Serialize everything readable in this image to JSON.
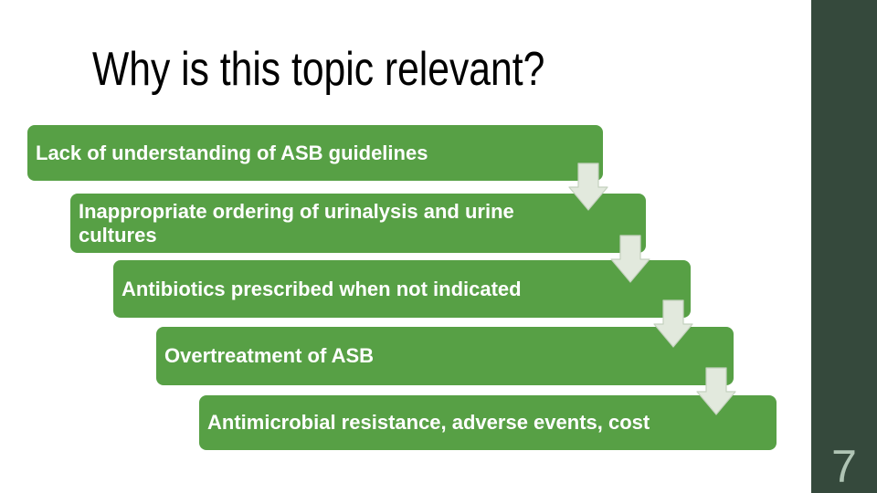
{
  "slide": {
    "title": "Why is this topic relevant?",
    "page_number": "7"
  },
  "steps": [
    {
      "label": "Lack of understanding of ASB guidelines"
    },
    {
      "label": "Inappropriate ordering of urinalysis and urine cultures"
    },
    {
      "label": "Antibiotics prescribed when not indicated"
    },
    {
      "label": "Overtreatment of ASB"
    },
    {
      "label": "Antimicrobial resistance, adverse events, cost"
    }
  ],
  "colors": {
    "box_green": "#57A045",
    "arrow_fill": "#E2E9DD",
    "arrow_border": "#C4D1BE",
    "sidebar_dark": "#35493C",
    "page_number_color": "#AFC4B4",
    "title_color": "#000000",
    "step_text_color": "#FFFFFF",
    "background": "#FFFFFF"
  }
}
